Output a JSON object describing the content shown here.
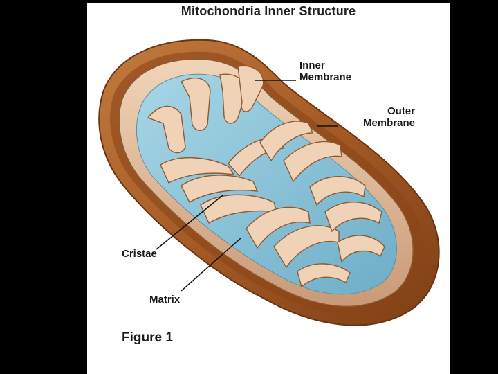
{
  "title": "Mitochondria Inner Structure",
  "labels": {
    "inner_line1": "Inner",
    "inner_line2": "Membrane",
    "outer_line1": "Outer",
    "outer_line2": "Membrane",
    "cristae": "Cristae",
    "matrix": "Matrix"
  },
  "caption": "Figure 1",
  "colors": {
    "background": "#000000",
    "panel": "#ffffff",
    "outer_membrane": "#a8602c",
    "inner_membrane": "#e7c3a2",
    "matrix": "#8ec6da"
  }
}
